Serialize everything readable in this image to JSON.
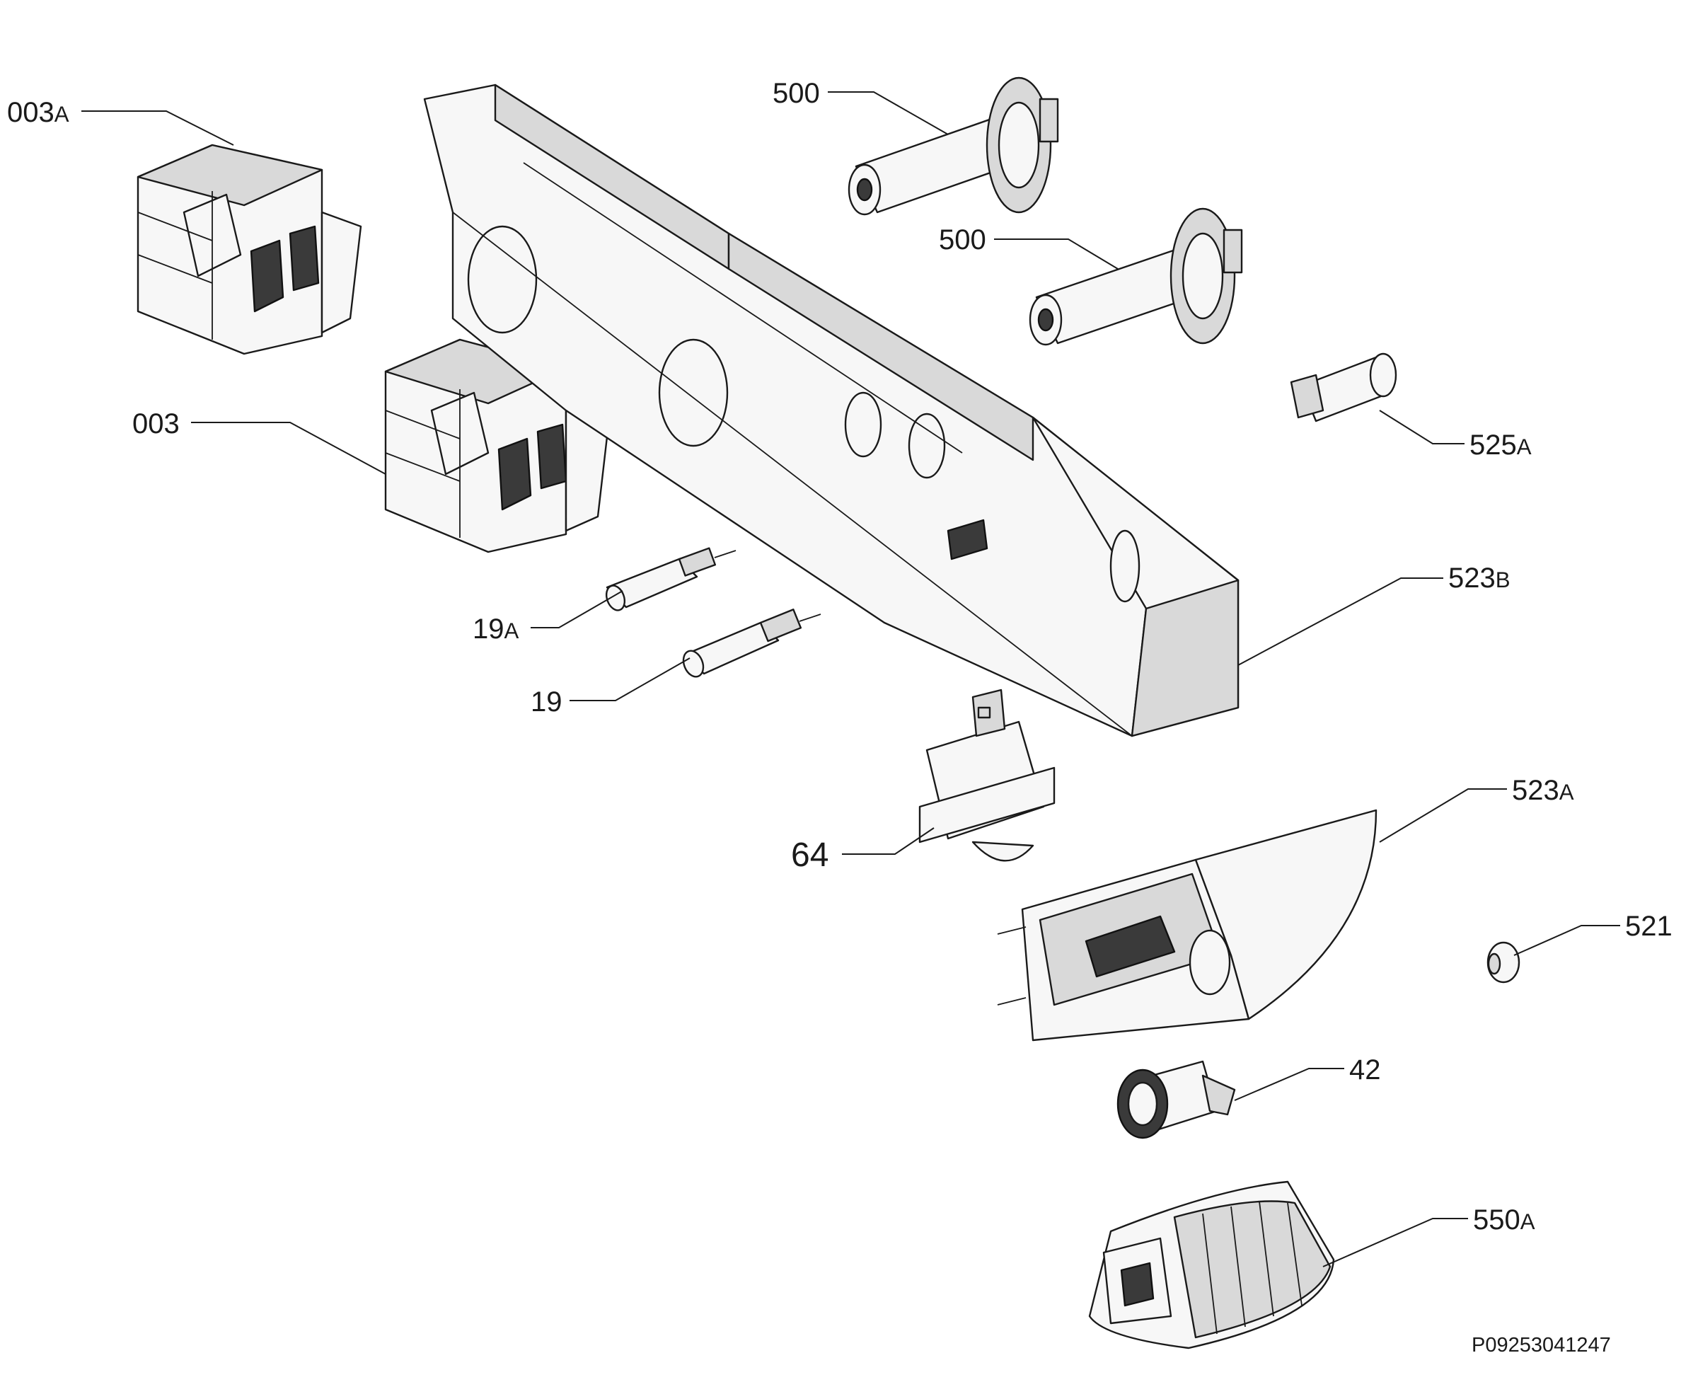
{
  "diagram": {
    "drawing_code": "P09253041247",
    "callouts": [
      {
        "id": "003A",
        "number": "003",
        "suffix": "A"
      },
      {
        "id": "003",
        "number": "003",
        "suffix": ""
      },
      {
        "id": "500a",
        "number": "500",
        "suffix": ""
      },
      {
        "id": "500b",
        "number": "500",
        "suffix": ""
      },
      {
        "id": "525A",
        "number": "525",
        "suffix": "A"
      },
      {
        "id": "523B",
        "number": "523",
        "suffix": "B"
      },
      {
        "id": "19A",
        "number": "19",
        "suffix": "A"
      },
      {
        "id": "19",
        "number": "19",
        "suffix": ""
      },
      {
        "id": "64",
        "number": "64",
        "suffix": ""
      },
      {
        "id": "523A",
        "number": "523",
        "suffix": "A"
      },
      {
        "id": "521",
        "number": "521",
        "suffix": ""
      },
      {
        "id": "42",
        "number": "42",
        "suffix": ""
      },
      {
        "id": "550A",
        "number": "550",
        "suffix": "A"
      }
    ]
  }
}
